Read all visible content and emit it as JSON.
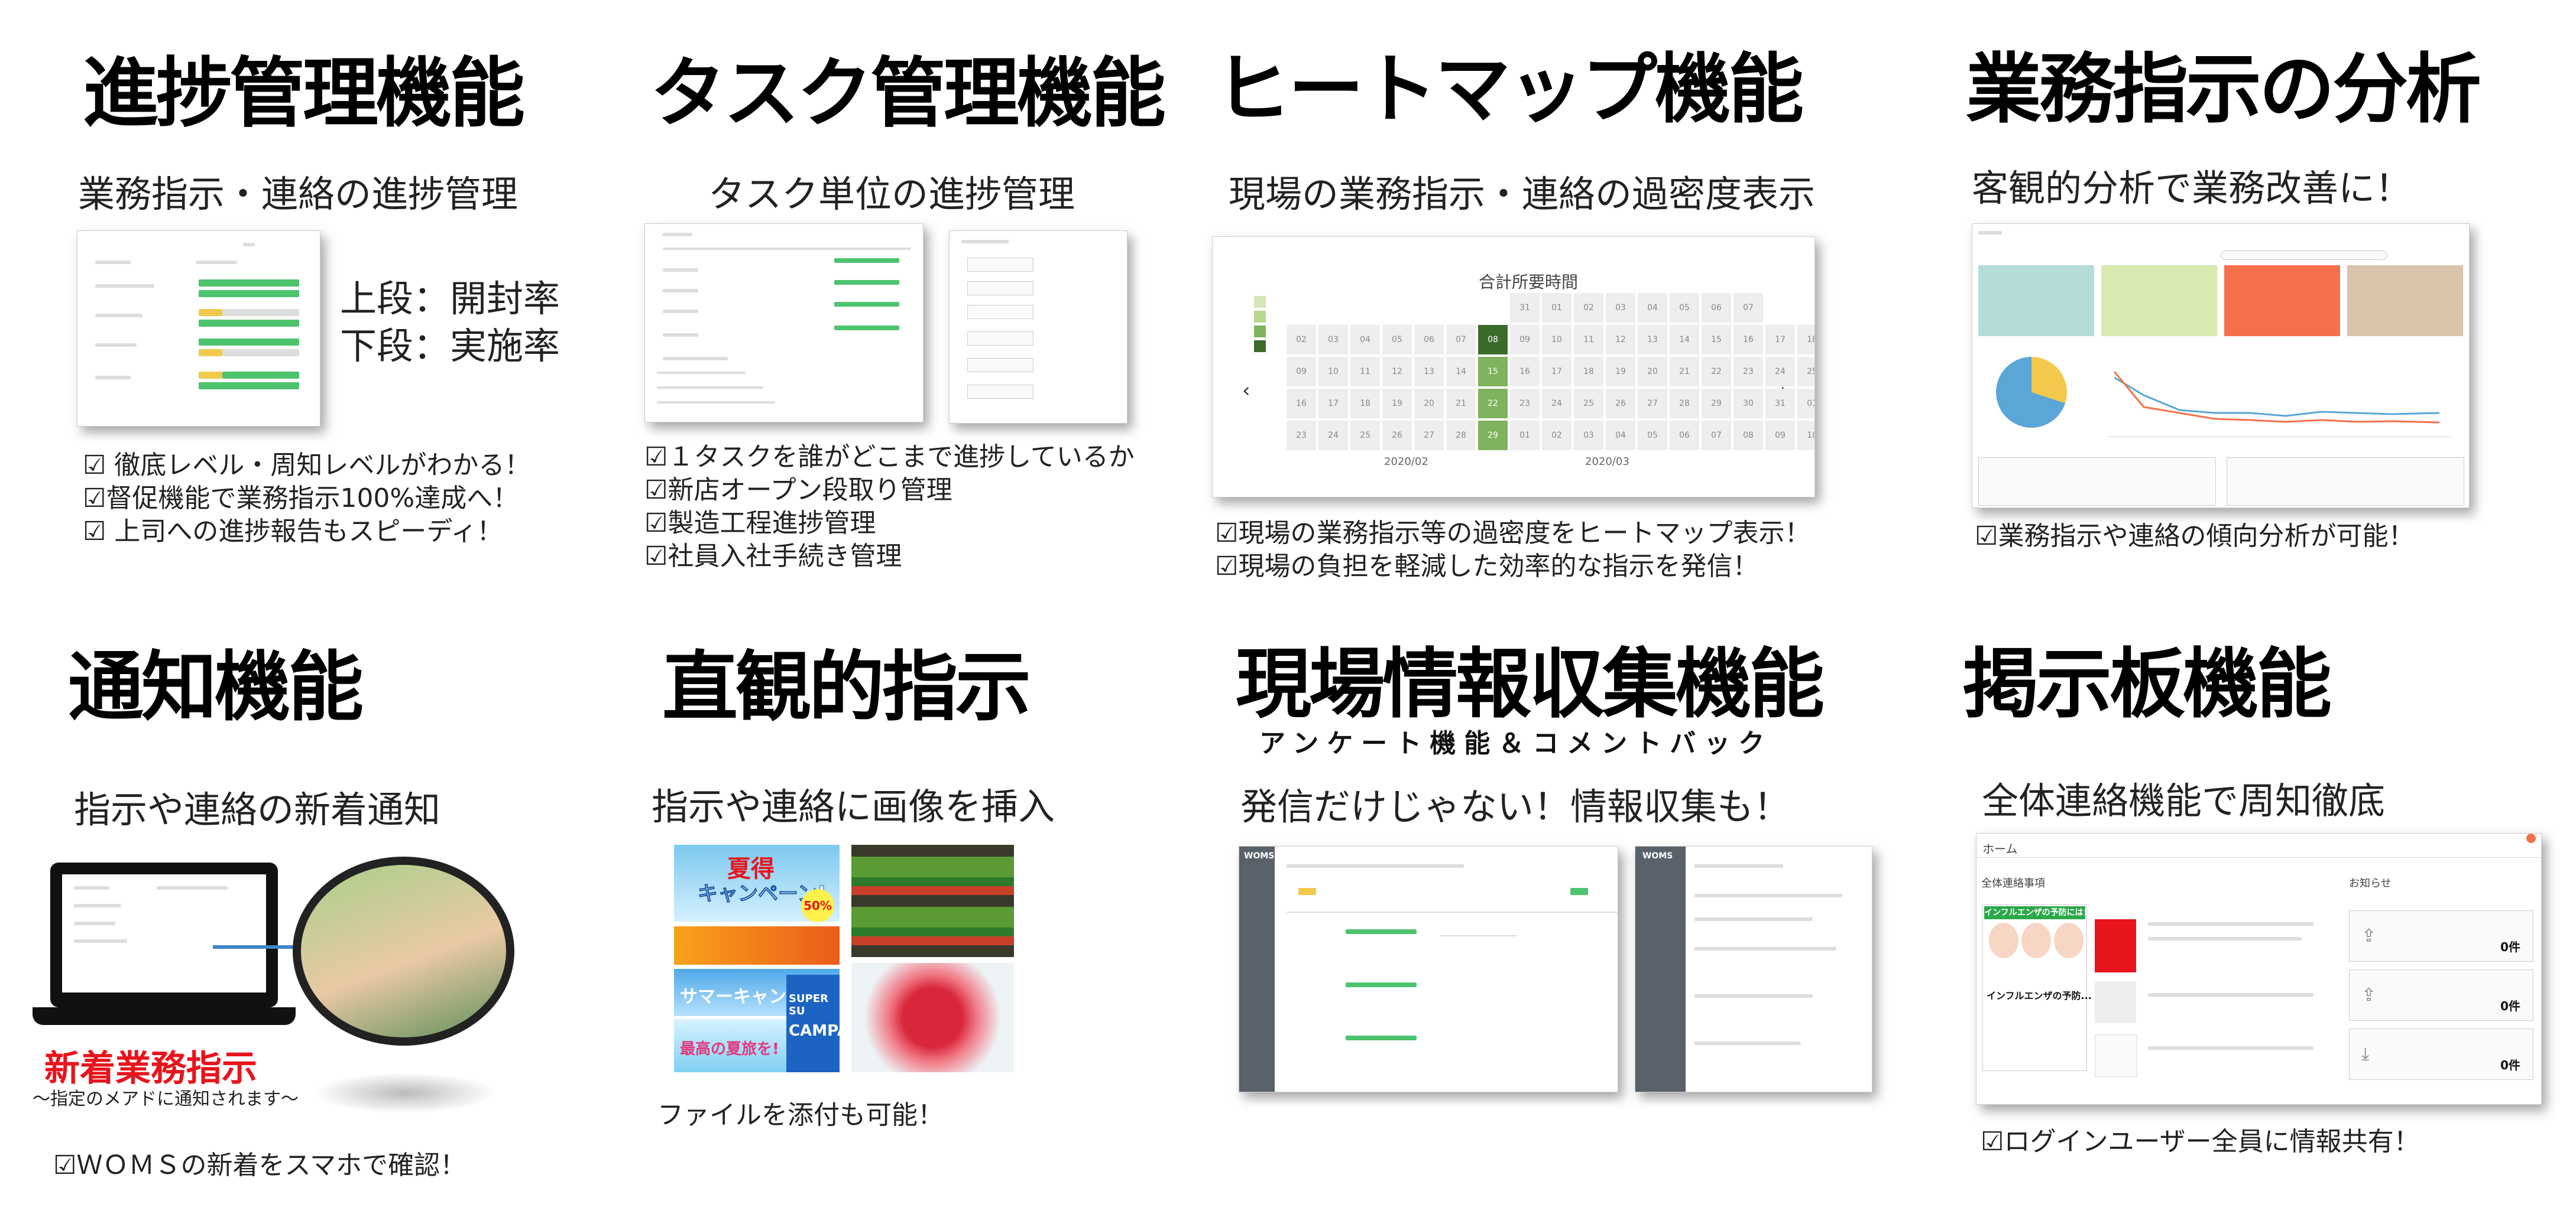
{
  "sections": {
    "progress": {
      "title": "進捗管理機能",
      "subtitle": "業務指示・連絡の進捗管理",
      "upper": "上段：開封率",
      "lower": "下段：実施率",
      "bullets": [
        "☑ 徹底レベル・周知レベルがわかる！",
        "☑督促機能で業務指示100%達成へ！",
        "☑ 上司への進捗報告もスピーディ！"
      ]
    },
    "task": {
      "title": "タスク管理機能",
      "subtitle": "タスク単位の進捗管理",
      "bullets": [
        "☑１タスクを誰がどこまで進捗しているか",
        "☑新店オープン段取り管理",
        "☑製造工程進捗管理",
        "☑社員入社手続き管理"
      ]
    },
    "heatmap": {
      "title": "ヒートマップ機能",
      "subtitle": "現場の業務指示・連絡の過密度表示",
      "chart_title": "合計所要時間",
      "month1": "2020/02",
      "month2": "2020/03",
      "bullets": [
        "☑現場の業務指示等の過密度をヒートマップ表示！",
        "☑現場の負担を軽減した効率的な指示を発信！"
      ]
    },
    "analysis": {
      "title": "業務指示の分析",
      "subtitle": "客観的分析で業務改善に！",
      "bullets": [
        "☑業務指示や連絡の傾向分析が可能！"
      ]
    },
    "notify": {
      "title": "通知機能",
      "subtitle": "指示や連絡の新着通知",
      "red_text": "新着業務指示",
      "small_text": "～指定のメアドに通知されます～",
      "bullets": [
        "☑ＷＯＭＳの新着をスマホで確認！"
      ]
    },
    "intuitive": {
      "title": "直観的指示",
      "subtitle": "指示や連絡に画像を挿入",
      "banner1_line1": "夏得",
      "banner1_line2": "キャンペーン!",
      "banner1_badge": "50%",
      "banner2_line": "サマーキャンペーン",
      "banner3_line": "最高の夏旅を!",
      "banner4_line1": "SUPER SU",
      "banner4_line2": "CAMPA",
      "bullets": [
        "ファイルを添付も可能！"
      ]
    },
    "field": {
      "title": "現場情報収集機能",
      "title_sub": "アンケート機能＆コメントバック",
      "subtitle": "発信だけじゃない！情報収集も！",
      "logo1": "WOMS",
      "logo2": "WOMS"
    },
    "board": {
      "title": "掲示板機能",
      "subtitle": "全体連絡機能で周知徹底",
      "home": "ホーム",
      "panel_left": "全体連絡事項",
      "panel_right": "お知らせ",
      "card_tag": "インフルエンザの予防には！",
      "card_text": "インフルエンザの予防...",
      "count1": "0件",
      "count2": "0件",
      "count3": "0件",
      "bullets": [
        "☑ログインユーザー全員に情報共有！"
      ]
    }
  },
  "colors": {
    "green": "#4ec36e",
    "yellow": "#f2c94c",
    "heat_dark": "#3b6b2a",
    "heat_mid": "#7fb35d",
    "heat_light": "#b9d88f",
    "red": "#e8141c",
    "tile_teal": "#b4dcd8",
    "tile_lime": "#d7eab0",
    "tile_orange": "#f5704a",
    "tile_tan": "#d9c5ac"
  }
}
